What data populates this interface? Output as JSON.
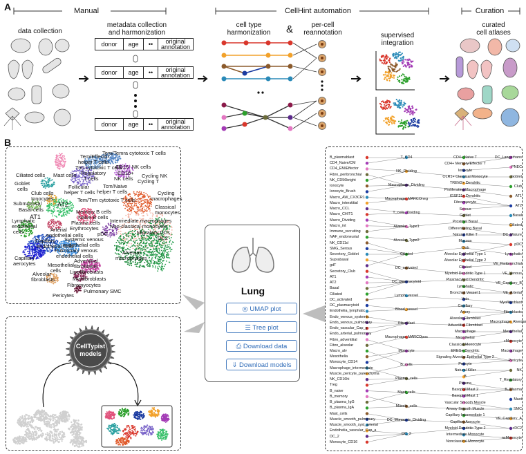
{
  "panelA": {
    "letter": "A",
    "manual_label": "Manual",
    "automation_label": "CellHint automation",
    "curation_label": "Curation",
    "steps": {
      "data_collection": "data collection",
      "metadata": [
        "metadata collection",
        "and harmonization"
      ],
      "cell_type": [
        "cell type",
        "harmonization"
      ],
      "ampersand": "&",
      "per_cell": [
        "per-cell",
        "reannotation"
      ],
      "supervised": [
        "supervised",
        "integration"
      ],
      "curated": [
        "curated",
        "cell atlases"
      ]
    },
    "table_row": {
      "donor": "donor",
      "age": "age",
      "dots": "••",
      "orig1": "original",
      "orig2": "annotation"
    }
  },
  "panelB": {
    "letter": "B",
    "umap_labels": [
      "Mast cells",
      "Tem/Effector",
      "helper T cells",
      "Tem/Temra cytotoxic T cells",
      "Trm cytotoxic T cells",
      "CD16- NK cells",
      "Ciliated cells",
      "Regulatory",
      "T cells",
      "CD16+",
      "NK cells",
      "Cycling NK",
      "Cycling T",
      "Goblet",
      "cells",
      "Tcm/Naive",
      "helper T cells",
      "Follicular",
      "helper T cells",
      "Club cells",
      "Ionocytes",
      "Submucosal",
      "Basal cells",
      "AT2",
      "Tem/Trm cytotoxic T cells",
      "Cycling",
      "macrophages",
      "Classical",
      "monocytes",
      "AT1",
      "Memory B cells",
      "Naive B cells",
      "Intermediate macrophages",
      "Lymphatic",
      "endothelial",
      "cells",
      "Plasma cells",
      "Erythrocytes",
      "Non-classical monocytes",
      "Arterial",
      "endothelial cells",
      "pDC",
      "Migratory DCs",
      "DC2",
      "Capillary",
      "endothelial cells",
      "Systemic venous",
      "endothelial cells",
      "Pulmonary venous",
      "endothelial cells",
      "Alveolar",
      "macrophages",
      "Adventitial",
      "fibroblasts",
      "Capillary",
      "aerocytes",
      "Mesothelial",
      "cells",
      "Lipofibroblasts",
      "Alveolar",
      "fibroblasts",
      "Myofibroblasts",
      "Fibromyocytes",
      "Pulmonary SMC",
      "Pericytes"
    ],
    "celltypist": {
      "line1": "CellTypist",
      "line2": "models"
    },
    "lung": {
      "title": "Lung",
      "buttons": [
        "UMAP plot",
        "Tree plot",
        "Download data",
        "Download models"
      ]
    },
    "tree_left": [
      "B_plasmablast",
      "CD4_Naive/CM",
      "CD4_EM/Effector",
      "Fibro_peribronchial",
      "NK_CD56bright",
      "Ionocyte",
      "Ionocyte_Brush",
      "Macro_AW_CX3CR1",
      "Macro_interstitial",
      "Macro_CCL",
      "Macro_CHIT1",
      "Macro_Dividing",
      "Macro_int",
      "Immune_recruiting",
      "NAF_endoneurial",
      "NK_CD11d",
      "SMG_Serous",
      "Secretory_Goblet",
      "Suprabasal",
      "gdT",
      "Secretory_Club",
      "AT1",
      "AT2",
      "Basal",
      "Ciliated",
      "DC_activated",
      "DC_plasmacytoid",
      "Endothelia_lymphatic",
      "Endo_venous_systemic",
      "Endo_venous_pulmonary",
      "Endo_vascular_Cap_g",
      "Endo_arterial_pulmonary",
      "Fibro_adventitial",
      "Fibro_alveolar",
      "Macro_alv",
      "Mesothelia",
      "Monocyte_CD14",
      "Macrophage_intermediate",
      "Muscle_pericyte_parenchyma",
      "NK_CD16hi",
      "Treg",
      "B_naive",
      "B_memory",
      "B_plasma_IgG",
      "B_plasma_IgA",
      "Mast_cells",
      "Muscle_smooth_pulmonary",
      "Muscle_smooth_syst_arterial",
      "Endothelia_vascular_Cap_a",
      "DC_2",
      "Monocyte_CD16"
    ],
    "tree_mid1": [
      "T_CD4",
      "NK_Dividing",
      "Macrophage_Dividing",
      "Macrophage_MARCOneg",
      "T_cells_Dividing",
      "Alveolar_Type1",
      "Alveolar_Type2",
      "Ciliated",
      "DC_activated",
      "DC_plasmacytoid",
      "Lymph_vessel",
      "Blood_vessel",
      "Fibroblast",
      "Macrophage_MARCOpos",
      "Monocyte",
      "B_cells",
      "Plasma_cells",
      "Mast_cells",
      "Muscle_cells",
      "DC_Monocyte_Dividing",
      "DC_2"
    ],
    "tree_mid2": [
      "CD4+ Naive T",
      "CD4+ Memory/Effector T",
      "Ionocyte",
      "OLR1+ Classical Monocyte",
      "TREM2+ Dendritic",
      "Proliferating Macrophage",
      "IGSF21+ Dendritic",
      "Fibromyocyte",
      "Serous",
      "Goblet",
      "Proximal Basal",
      "Differentiating Basal",
      "Natural Killer T",
      "Mucous",
      "Club",
      "Alveolar Epithelial Type 1",
      "Alveolar Epithelial Type 2",
      "Ciliated",
      "Myeloid Dendritic Type 1",
      "Plasmacytoid Dendritic",
      "Lymphatic",
      "Bronchial Vessel 1",
      "Vein",
      "Capillary",
      "Artery",
      "Alveolar Fibroblast",
      "Adventitial Fibroblast",
      "Macrophage",
      "Mesothelial",
      "Classical Monocyte",
      "EREG+ Dendritic",
      "Signaling Alveolar Epithelial Type 2",
      "Pericyte",
      "Natural Killer",
      "B",
      "Plasma",
      "Basophil/Mast 2",
      "Basophil/Mast 1",
      "Vascular Smooth Muscle",
      "Airway Smooth Muscle",
      "Capillary Intermediate 1",
      "Capillary Aerocyte",
      "Myeloid Dendritic Type 2",
      "Intermediate Monocyte",
      "Nonclassical Monocyte"
    ],
    "tree_right": [
      "DC_Langerhans",
      "PNEC",
      "Goblet",
      "Club",
      "AT1",
      "AT2",
      "Basal",
      "Ciliated",
      "DC_Mature",
      "pDC",
      "Lymphatic",
      "VE_Peribronchial",
      "VE_Venous",
      "VE_Capillary_B",
      "VE_Arterial",
      "Myofibroblast",
      "Fibroblasts",
      "Macrophage_Alveolar",
      "Mesothelial",
      "cMonocyte",
      "Macrophage",
      "Pericyte",
      "NK",
      "T_Regulatory",
      "B_Plasma",
      "Mast",
      "SMC",
      "VE_Capillary_A",
      "cDC2",
      "ncMonocyte"
    ]
  },
  "colors": {
    "accent_blue": "#2e6bb8",
    "gray_arrow": "#bdbdbd"
  }
}
